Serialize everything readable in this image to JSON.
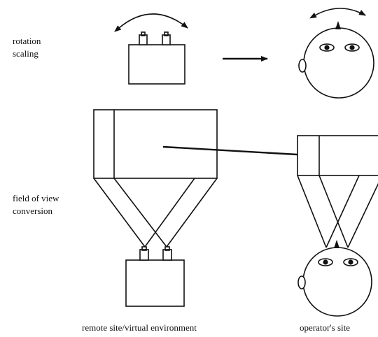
{
  "labels": {
    "rotation": "rotation",
    "scaling": "scaling",
    "field_line1": "field of view",
    "field_line2": "conversion",
    "remote_site": "remote site/virtual environment",
    "operator_site": "operator's site"
  },
  "colors": {
    "ink": "#111111",
    "background": "#ffffff"
  }
}
